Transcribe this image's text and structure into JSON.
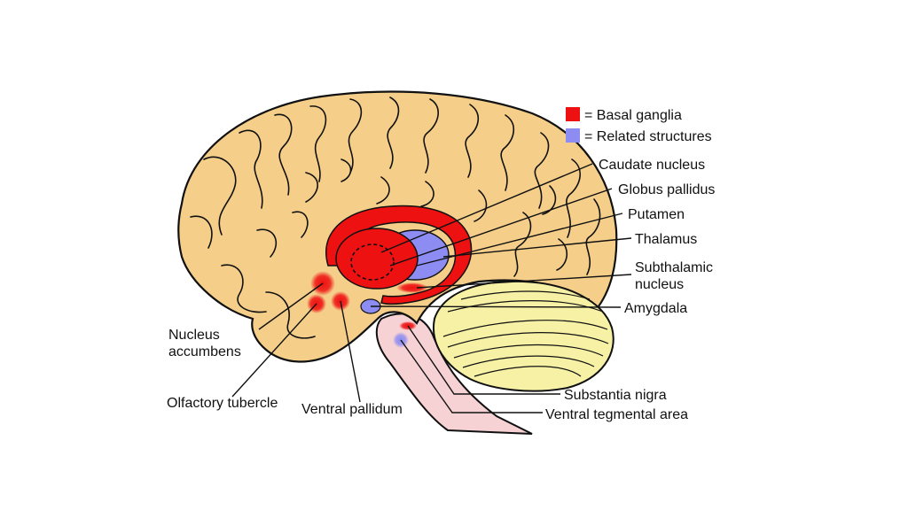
{
  "legend": [
    {
      "label": "= Basal ganglia",
      "color": "#ee1111"
    },
    {
      "label": "= Related structures",
      "color": "#8c8cf2"
    }
  ],
  "labels": {
    "caudate_nucleus": "Caudate nucleus",
    "globus_pallidus": "Globus pallidus",
    "putamen": "Putamen",
    "thalamus": "Thalamus",
    "subthalamic_nucleus_line1": "Subthalamic",
    "subthalamic_nucleus_line2": "nucleus",
    "amygdala": "Amygdala",
    "nucleus_accumbens_line1": "Nucleus",
    "nucleus_accumbens_line2": "accumbens",
    "olfactory_tubercle": "Olfactory tubercle",
    "ventral_pallidum": "Ventral pallidum",
    "substantia_nigra": "Substantia nigra",
    "ventral_tegmental_area": "Ventral tegmental area"
  },
  "colors": {
    "cortex": "#f5cf8a",
    "cerebellum": "#f7f1a6",
    "brainstem": "#f7d2d4",
    "basal_ganglia": "#ee1111",
    "related": "#8c8cf2",
    "outline": "#111111"
  }
}
